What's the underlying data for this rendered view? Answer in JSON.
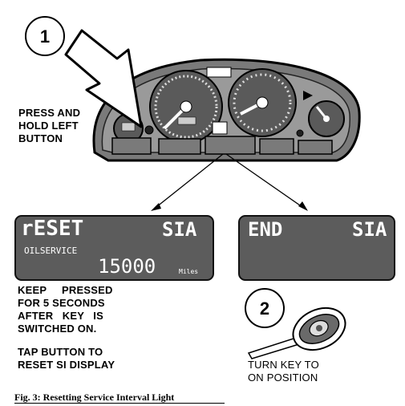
{
  "steps": {
    "step1": "1",
    "step2": "2"
  },
  "instruction_press": [
    "PRESS AND",
    "HOLD LEFT",
    "BUTTON"
  ],
  "display_reset": {
    "title": "rESET",
    "mode": "SIA",
    "service": "OILSERVICE",
    "value": "15000",
    "unit": "Miles"
  },
  "display_end": {
    "title": "END",
    "mode": "SIA"
  },
  "instruction_keep": [
    "KEEP     PRESSED",
    "FOR 5 SECONDS",
    "AFTER   KEY   IS",
    "SWITCHED ON."
  ],
  "instruction_tap": [
    "TAP BUTTON TO",
    "RESET SI DISPLAY"
  ],
  "instruction_turn": [
    "TURN KEY TO",
    "ON POSITION"
  ],
  "caption": "Fig. 3: Resetting Service Interval Light",
  "colors": {
    "lcd": "#5c5c5c",
    "cluster_face": "#8a8a8a",
    "ink": "#000000"
  }
}
